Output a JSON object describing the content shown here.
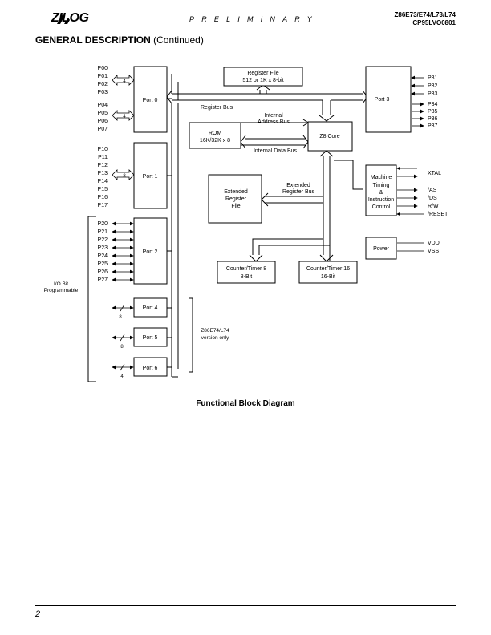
{
  "header": {
    "brand": "ZILOG",
    "banner": "PRELIMINARY",
    "part_numbers": [
      "Z86E73/E74/L73/L74",
      "CP95LVO0801"
    ]
  },
  "section": {
    "title": "GENERAL DESCRIPTION",
    "suffix": "(Continued)"
  },
  "diagram": {
    "caption": "Functional Block Diagram",
    "blocks": {
      "port0": "Port 0",
      "port1": "Port 1",
      "port2": "Port 2",
      "port3": "Port 3",
      "port4": "Port 4",
      "port5": "Port 5",
      "port6": "Port 6",
      "regfile": [
        "Register File",
        "512 or 1K x 8-bit"
      ],
      "rom": [
        "ROM",
        "16K/32K x 8"
      ],
      "core": "Z8 Core",
      "extreg": [
        "Extended",
        "Register",
        "File"
      ],
      "machine": [
        "Machine",
        "Timing",
        "&",
        "Instruction",
        "Control"
      ],
      "power": "Power",
      "ct8": [
        "Counter/Timer 8",
        "8-Bit"
      ],
      "ct16": [
        "Counter/Timer 16",
        "16-Bit"
      ]
    },
    "labels": {
      "register_bus": "Register Bus",
      "internal_address_bus": [
        "Internal",
        "Address Bus"
      ],
      "internal_data_bus": "Internal Data Bus",
      "extended_register_bus": [
        "Extended",
        "Register Bus"
      ],
      "io_bit": [
        "I/O Bit",
        "Programmable"
      ],
      "version_note": [
        "Z86E74/L74",
        "version only"
      ]
    },
    "pins": {
      "port0": [
        "P00",
        "P01",
        "P02",
        "P03",
        "P04",
        "P05",
        "P06",
        "P07"
      ],
      "port1": [
        "P10",
        "P11",
        "P12",
        "P13",
        "P14",
        "P15",
        "P16",
        "P17"
      ],
      "port2": [
        "P20",
        "P21",
        "P22",
        "P23",
        "P24",
        "P25",
        "P26",
        "P27"
      ],
      "port3_in": [
        "P31",
        "P32",
        "P33"
      ],
      "port3_out": [
        "P34",
        "P35",
        "P36",
        "P37"
      ],
      "machine": [
        "XTAL",
        "/AS",
        "/DS",
        "R/W",
        "/RESET"
      ],
      "power": [
        "VDD",
        "VSS"
      ]
    },
    "bus_widths": {
      "p0_hi": "4",
      "p0_lo": "4",
      "p1": "8",
      "p4": "8",
      "p5": "8",
      "p6": "4"
    }
  },
  "footer": {
    "page": "2"
  }
}
